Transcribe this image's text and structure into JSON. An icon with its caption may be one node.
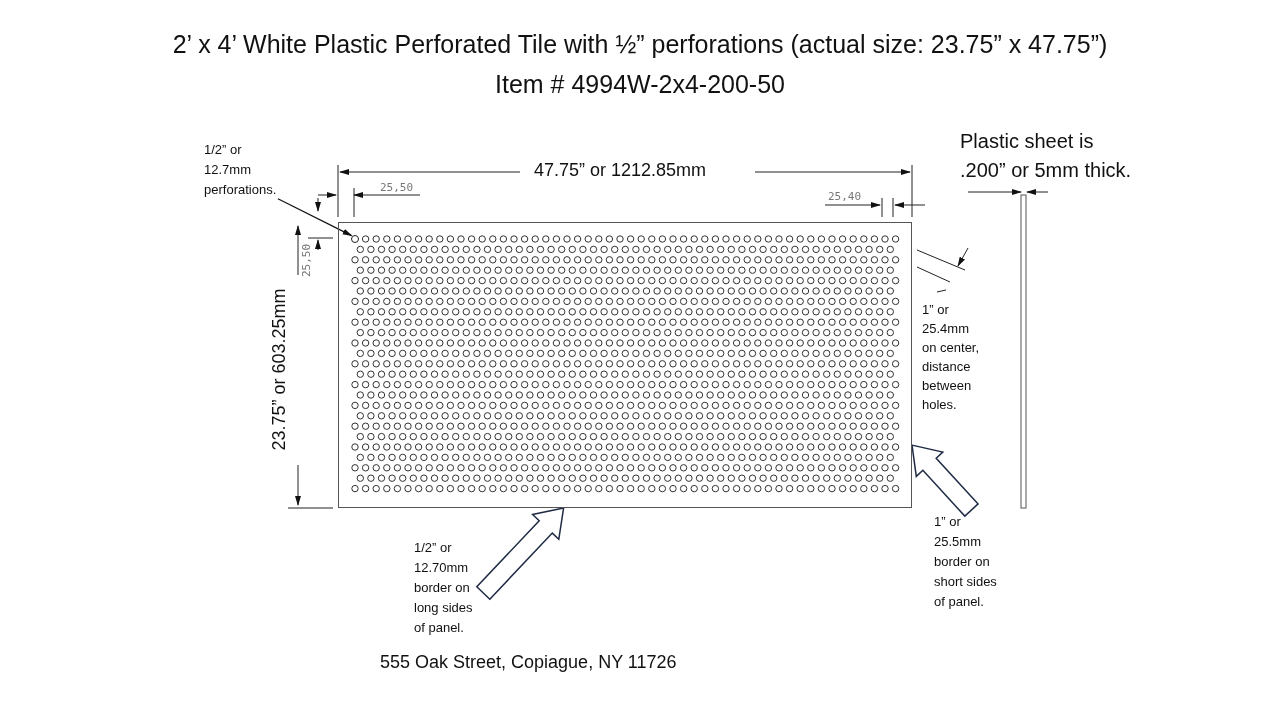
{
  "diagram": {
    "title": "2’ x 4’ White Plastic Perforated Tile with ½” perforations (actual size: 23.75” x 47.75”)",
    "nodes": [
      {
        "text": [],
        "shape": "box"
      },
      {
        "text": [
          "1/2” or 12.7mm perforations."
        ]
      },
      {
        "text": [],
        "shape": "circle",
        "in": 0
      },
      {
        "text": [
          "1/2” or 12.70mm border on long sides of panel."
        ]
      },
      {
        "text": [
          "1” or 25.5mm border on short sides of panel."
        ]
      }
    ],
    "edges": [
      {
        "from": 1,
        "to": 2,
        "arrow": "to"
      },
      {
        "from": 3,
        "to": 0,
        "arrow": "to"
      },
      {
        "from": 4,
        "to": 0,
        "arrow": "to"
      }
    ],
    "labels": [
      "Item # 4994W-2x4-200-50",
      "Plastic sheet is .200” or 5mm thick.",
      "47.75” or 1212.85mm",
      "25,50",
      "25,40",
      "25,50",
      "23.75” or 603.25mm",
      "1” or 25.4mm on center, distance between holes.",
      "555 Oak Street, Copiague, NY 11726"
    ]
  }
}
